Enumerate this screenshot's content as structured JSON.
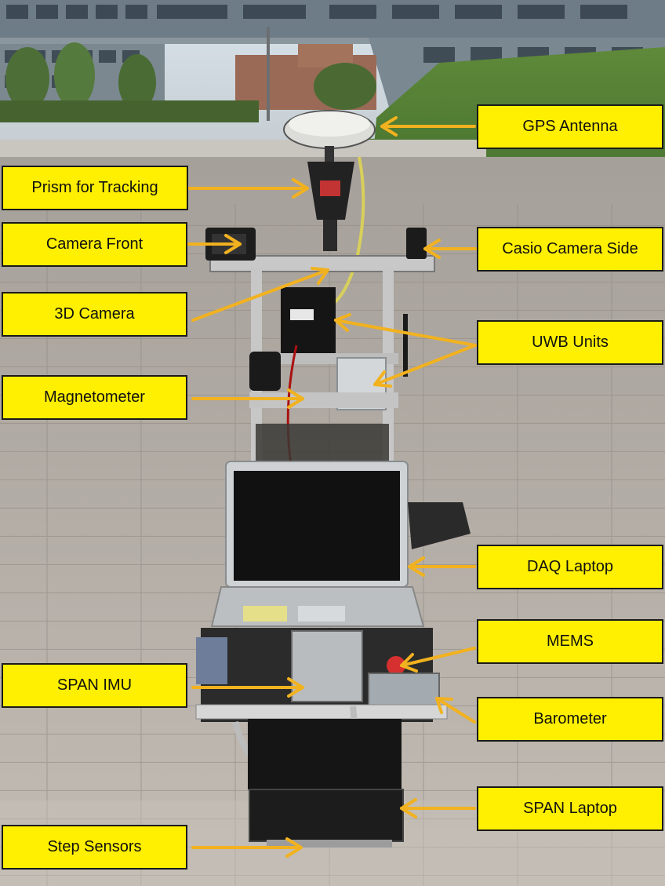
{
  "figure": {
    "labels": {
      "gps_antenna": "GPS Antenna",
      "prism_for_tracking": "Prism for Tracking",
      "camera_front": "Camera Front",
      "casio_camera_side": "Casio Camera Side",
      "camera_3d": "3D Camera",
      "uwb_units": "UWB Units",
      "magnetometer": "Magnetometer",
      "daq_laptop": "DAQ Laptop",
      "mems": "MEMS",
      "span_imu": "SPAN IMU",
      "barometer": "Barometer",
      "span_laptop": "SPAN Laptop",
      "step_sensors": "Step Sensors"
    },
    "colors": {
      "label_fill": "#ffef00",
      "label_border": "#1a1a1a",
      "arrow": "#f2b21f"
    }
  }
}
